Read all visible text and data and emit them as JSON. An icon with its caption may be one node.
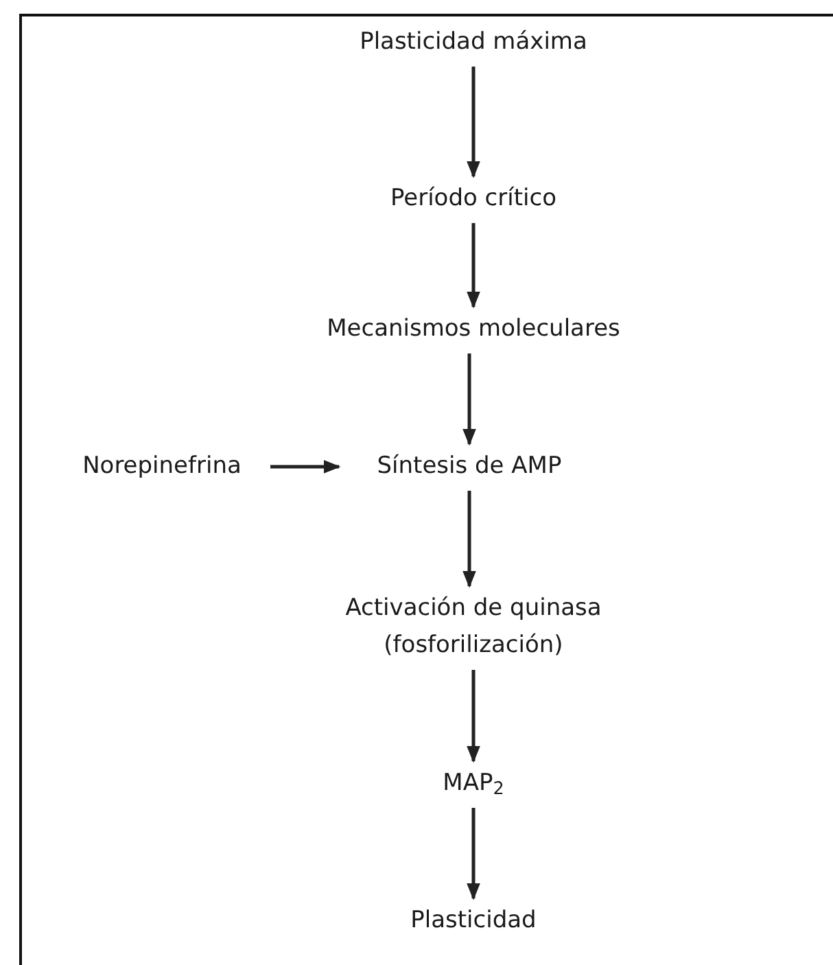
{
  "diagram": {
    "nodes": [
      {
        "text": [
          "Plasticidad máxima"
        ]
      },
      {
        "text": [
          "Período crítico"
        ]
      },
      {
        "text": [
          "Mecanismos moleculares"
        ]
      },
      {
        "text": [
          "Norepinefrina"
        ]
      },
      {
        "text": [
          "Síntesis de AMP"
        ]
      },
      {
        "text": [
          "Activación de quinasa (fosforilización)"
        ]
      },
      {
        "text": [
          "MAP$_{2}$"
        ]
      },
      {
        "text": [
          "Plasticidad"
        ]
      }
    ],
    "edges": [
      {
        "from": 0,
        "to": 1,
        "arrow": "to"
      },
      {
        "from": 1,
        "to": 2,
        "arrow": "to"
      },
      {
        "from": 2,
        "to": 4,
        "arrow": "to"
      },
      {
        "from": 3,
        "to": 4,
        "arrow": "to"
      },
      {
        "from": 4,
        "to": 5,
        "arrow": "to"
      },
      {
        "from": 5,
        "to": 6,
        "arrow": "to"
      },
      {
        "from": 6,
        "to": 7,
        "arrow": "to"
      }
    ]
  }
}
